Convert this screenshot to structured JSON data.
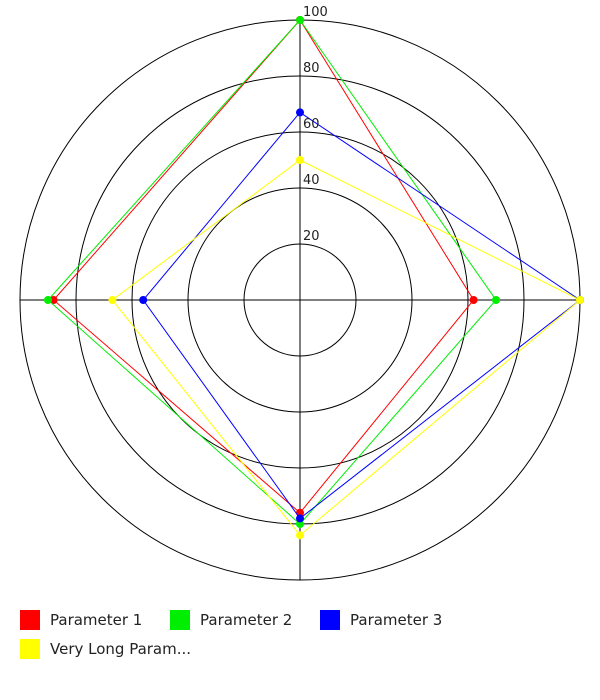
{
  "chart_data": {
    "type": "radar",
    "title": "",
    "r_max": 100,
    "grid": true,
    "ring_ticks": [
      "20",
      "40",
      "60",
      "80",
      "100"
    ],
    "axes": [
      "top",
      "right",
      "bottom",
      "left"
    ],
    "legend_position": "bottom-left",
    "series": [
      {
        "name": "Parameter 1",
        "color": "#ff0000",
        "values": [
          100,
          62,
          76,
          88
        ]
      },
      {
        "name": "Parameter 2",
        "color": "#00ee00",
        "values": [
          100,
          70,
          80,
          90
        ]
      },
      {
        "name": "Parameter 3",
        "color": "#0000ff",
        "values": [
          67,
          100,
          78,
          56
        ]
      },
      {
        "name": "Very Long Param...",
        "color": "#ffff00",
        "values": [
          50,
          100,
          84,
          67
        ]
      }
    ]
  }
}
